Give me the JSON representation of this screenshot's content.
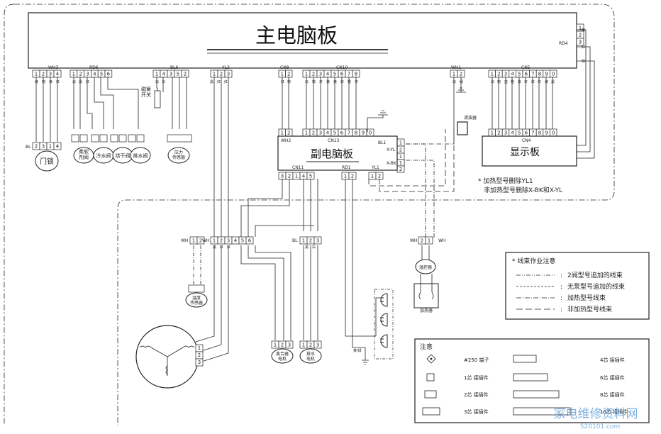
{
  "main_board": {
    "title": "主电脑板"
  },
  "sub_board": {
    "title": "副电脑板"
  },
  "display_board": {
    "title": "显示板"
  },
  "main_connectors": [
    "WH3",
    "RD6",
    "BL6",
    "YL3",
    "CN8",
    "CN10",
    "WH1",
    "CN5",
    "RD4"
  ],
  "sub_connectors": [
    "WH2",
    "CN13",
    "BL1",
    "X-YL",
    "X-BK",
    "CN11",
    "RD1",
    "YL1"
  ],
  "display_connector": "CN4",
  "pin_cells": {
    "wh3": [
      "1",
      "2",
      "3",
      "4"
    ],
    "rd6": [
      "1",
      "2",
      "3",
      "4",
      "5",
      "6"
    ],
    "bl6": [
      "1",
      "4",
      "3",
      "5",
      "2"
    ],
    "yl3": [
      "1",
      "2",
      "3"
    ],
    "cn8": [
      "1",
      "2"
    ],
    "cn10": [
      "1",
      "2",
      "3",
      "4",
      "5",
      "6",
      "7",
      "8"
    ],
    "wh1": [
      "1",
      "2"
    ],
    "cn5": [
      "1",
      "2",
      "3",
      "4",
      "5",
      "6",
      "7",
      "8",
      "9",
      "0"
    ],
    "rd4": [
      "1",
      "2",
      "3"
    ],
    "wh2": [
      "1",
      "2"
    ],
    "cn13": [
      "1",
      "2",
      "3",
      "4",
      "5",
      "6",
      "7",
      "8",
      "9",
      "0"
    ],
    "bl1": [
      "1",
      "2"
    ],
    "xyl": [
      "1",
      "2"
    ],
    "xbk": [
      "1",
      "2"
    ],
    "cn11": [
      "3",
      "2",
      "1",
      "4",
      "5"
    ],
    "rd1": [
      "1",
      "2"
    ],
    "yl1": [
      "1",
      "2"
    ],
    "cn4": [
      "1",
      "2",
      "3",
      "4",
      "5",
      "6",
      "7",
      "8",
      "9",
      "0"
    ],
    "disp_in": [
      "1",
      "2",
      "3"
    ],
    "bl_door": [
      "2",
      "3",
      "1",
      "4"
    ],
    "wh_p": [
      "1",
      "2"
    ],
    "wh_m": [
      "1",
      "2",
      "3",
      "4",
      "5",
      "6"
    ],
    "bl_pump": [
      "1",
      "2",
      "3"
    ],
    "wh_h": [
      "2",
      "1"
    ],
    "motor1": [
      "1",
      "2",
      "3"
    ],
    "motor2": [
      "1",
      "2",
      "3"
    ]
  },
  "components": {
    "door_lock": "门锁",
    "softener_valve": "柔软\n剂阀",
    "cold_valve": "冷水阀",
    "dryer_valve": "烘干阀",
    "drain_valve": "排水阀",
    "pressure_sensor": "压力\n传感器",
    "temp_sensor": "温度\n传感器",
    "clutch_motor": "离合器\n电机",
    "drain_motor": "排水\n电机",
    "heater": "加热器",
    "thermostat": "温控器",
    "reed_switch": "磁簧\n开关",
    "noise_filter": "滤波器"
  },
  "wire_colors": [
    "黄",
    "棕",
    "黄",
    "红",
    "黑",
    "白",
    "红",
    "橙",
    "灰",
    "蓝",
    "紫",
    "绿",
    "黄/绿"
  ],
  "connector_labels": {
    "bl": "BL",
    "wh": "WH"
  },
  "heater_notes": {
    "line1": "* 加热型号删除YL1",
    "line2": "非加热型号删除X-BK和X-YL"
  },
  "harness_legend": {
    "title": "* 线束作业注意",
    "items": [
      {
        "style": "dashdotdot",
        "text": "2阀型号追加的线束"
      },
      {
        "style": "dashed",
        "text": "无泵型号追加的线束"
      },
      {
        "style": "dashdot",
        "text": "加热型号线束"
      },
      {
        "style": "longdash",
        "text": "非加热型号线束"
      }
    ]
  },
  "connector_legend": {
    "title": "注意",
    "items": [
      {
        "pins": "◇",
        "text": "#250 端子"
      },
      {
        "pins": "1",
        "text": "1芯 接插件"
      },
      {
        "pins": "2",
        "text": "2芯 接插件"
      },
      {
        "pins": "3",
        "text": "3芯 接插件"
      },
      {
        "pins": "4",
        "text": "4芯 接插件"
      },
      {
        "pins": "6",
        "text": "6芯 接插件"
      },
      {
        "pins": "8",
        "text": "8芯 接插件"
      },
      {
        "pins": "10",
        "text": "10芯 接插件"
      }
    ]
  },
  "watermark": {
    "text": "家电维修资料网",
    "url": "520101.com"
  }
}
